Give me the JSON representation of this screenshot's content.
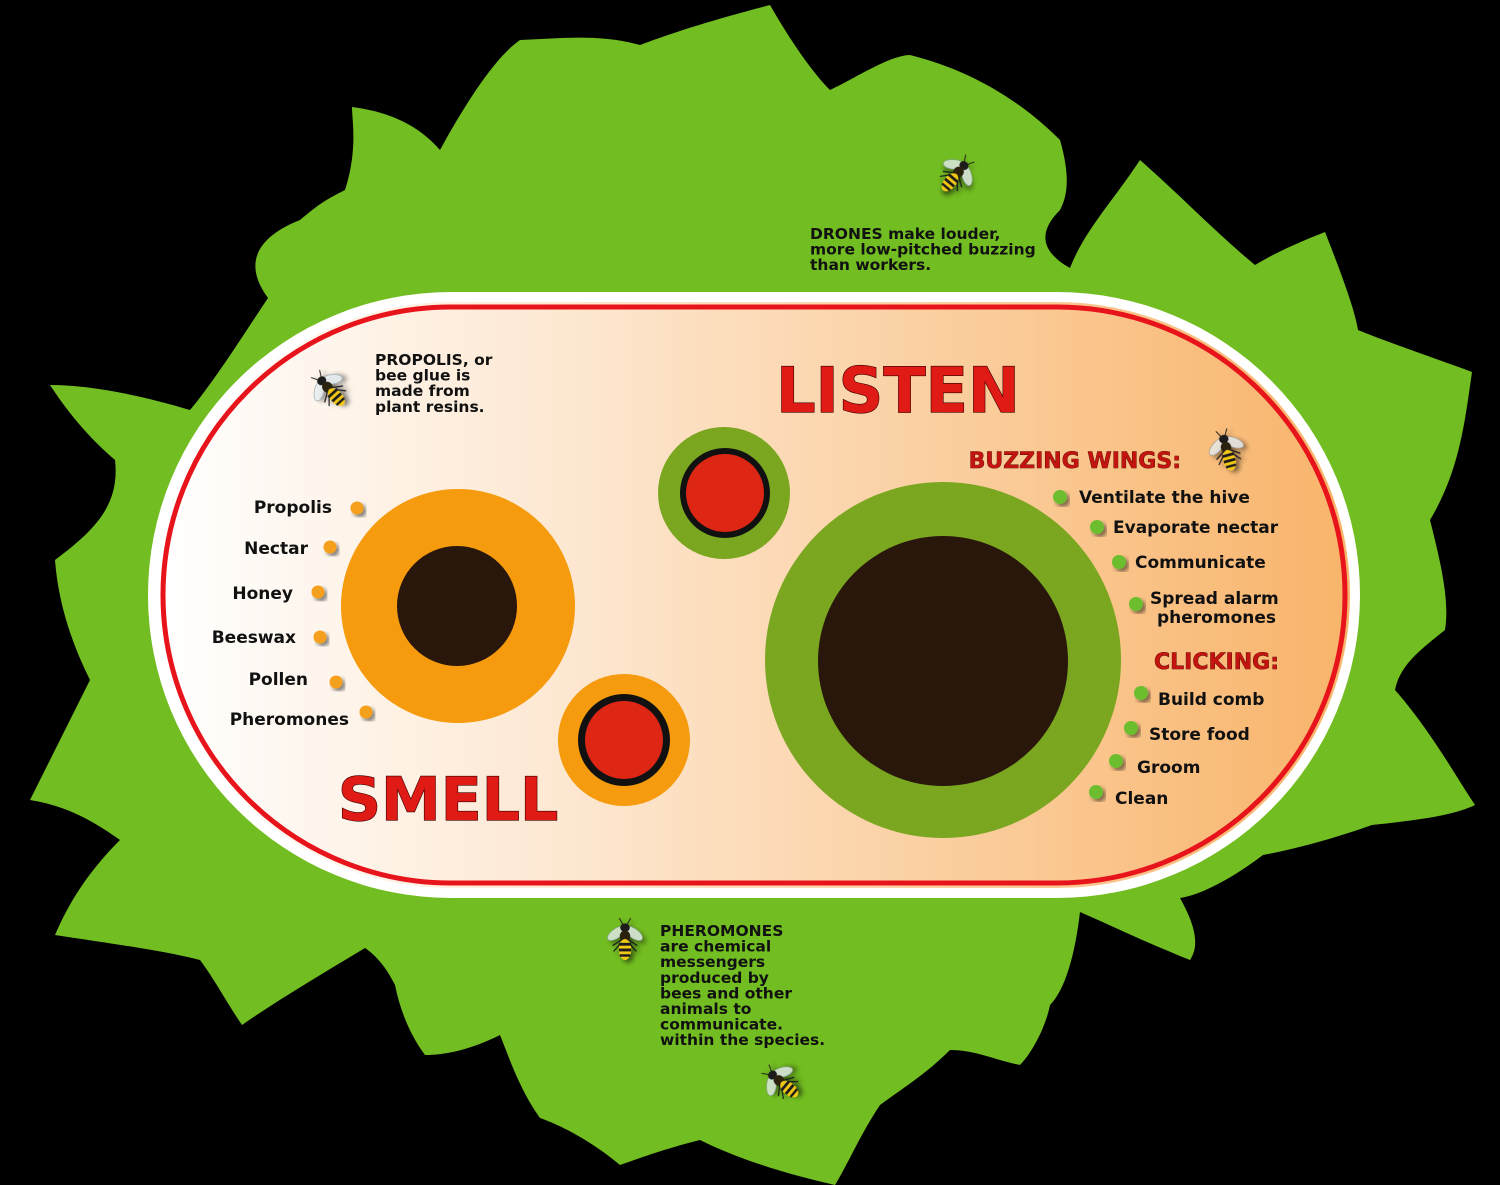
{
  "colors": {
    "leaf_green": "#72bd21",
    "panel_white": "#ffffff",
    "panel_gradient_start": "#ffffff",
    "panel_gradient_end": "#f9b86a",
    "border_red": "#e8141b",
    "orange": "#f59b0d",
    "olive": "#7aa620",
    "dark_brown": "#2a170c",
    "hole_red": "#dd2613",
    "bullet_green": "#6cbe2d",
    "bullet_orange": "#f5a01c"
  },
  "icons": [
    "bee-icon"
  ],
  "notes": {
    "propolis": [
      "PROPOLIS, or",
      "bee glue is",
      "made from",
      "plant resins."
    ],
    "drones": [
      "DRONES make louder,",
      "more low-pitched buzzing",
      "than workers."
    ],
    "pheromones": [
      "PHEROMONES",
      "are chemical",
      "messengers",
      "produced by",
      "bees and other",
      "animals to",
      "communicate.",
      "within the species."
    ]
  },
  "smell": {
    "title": "SMELL",
    "items": [
      "Propolis",
      "Nectar",
      "Honey",
      "Beeswax",
      "Pollen",
      "Pheromones"
    ]
  },
  "listen": {
    "title": "LISTEN",
    "buzzing_heading": "BUZZING WINGS:",
    "buzzing_items": [
      [
        "Ventilate the hive"
      ],
      [
        "Evaporate nectar"
      ],
      [
        "Communicate"
      ],
      [
        "Spread alarm",
        "pheromones"
      ]
    ],
    "clicking_heading": "CLICKING:",
    "clicking_items": [
      "Build comb",
      "Store food",
      "Groom",
      "Clean"
    ]
  }
}
